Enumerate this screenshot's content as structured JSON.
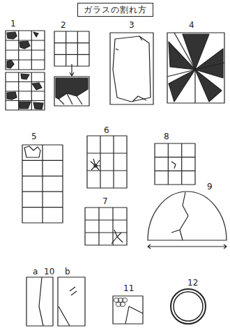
{
  "diagram": {
    "title": "ガラスの割れ方",
    "labels": [
      "1",
      "2",
      "3",
      "4",
      "5",
      "6",
      "8",
      "7",
      "9",
      "a",
      "10",
      "b",
      "11",
      "12"
    ]
  }
}
